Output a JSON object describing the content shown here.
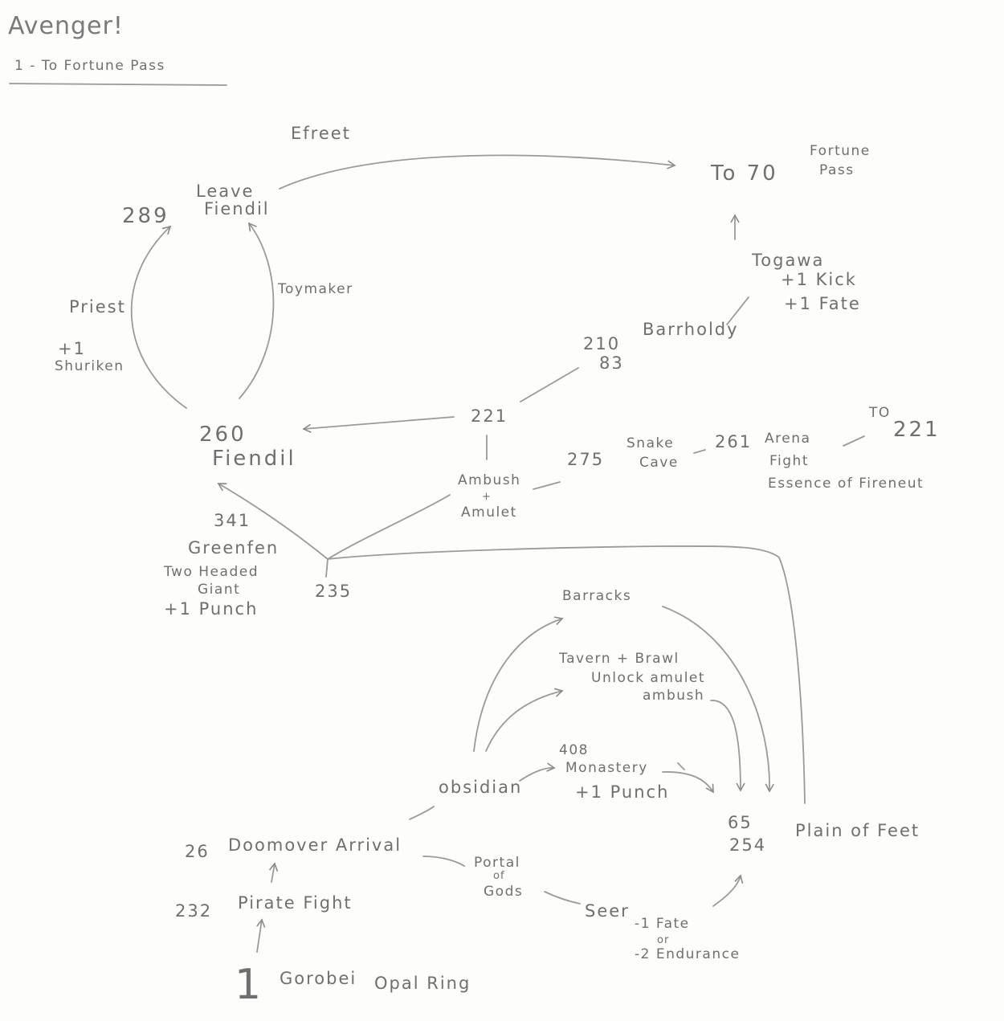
{
  "header": {
    "title": "Avenger!",
    "subtitle": "1 - To Fortune Pass"
  },
  "nodes": {
    "efreet": "Efreet",
    "to70": "To 70",
    "fortune": "Fortune",
    "pass": "Pass",
    "n289": "289",
    "leave": "Leave",
    "fiendil_top": "Fiendil",
    "toymaker": "Toymaker",
    "priest": "Priest",
    "plus1": "+1",
    "shuriken": "Shuriken",
    "togawa": "Togawa",
    "kick": "+1 Kick",
    "fate1": "+1 Fate",
    "barrholdy": "Barrholdy",
    "n210": "210",
    "n83": "83",
    "n260": "260",
    "fiendil": "Fiendil",
    "n221": "221",
    "ambush": "Ambush",
    "plus": "+",
    "amulet": "Amulet",
    "n275": "275",
    "snake": "Snake",
    "cave": "Cave",
    "n261": "261",
    "arena": "Arena",
    "fight": "Fight",
    "essence": "Essence of Fireneut",
    "to": "TO",
    "to221": "221",
    "n341": "341",
    "greenfen": "Greenfen",
    "twoheaded": "Two Headed",
    "giant": "Giant",
    "punch1": "+1 Punch",
    "n235": "235",
    "barracks": "Barracks",
    "tavern": "Tavern + Brawl",
    "unlock": "Unlock amulet",
    "ambush2": "ambush",
    "n408": "408",
    "monastery": "Monastery",
    "punch2": "+1 Punch",
    "obsidian": "obsidian",
    "n65": "65",
    "n254": "254",
    "plain": "Plain of Feet",
    "n26": "26",
    "doomover": "Doomover Arrival",
    "portal": "Portal",
    "of": "of",
    "gods": "Gods",
    "seer": "Seer",
    "fate2": "-1 Fate",
    "or": "or",
    "endurance": "-2 Endurance",
    "n232": "232",
    "pirate": "Pirate Fight",
    "n1": "1",
    "gorobei": "Gorobei",
    "opal": "Opal Ring"
  },
  "colors": {
    "pencil": "#6f6f6f",
    "line": "#9a9a9a",
    "paper": "#fdfdfb"
  }
}
